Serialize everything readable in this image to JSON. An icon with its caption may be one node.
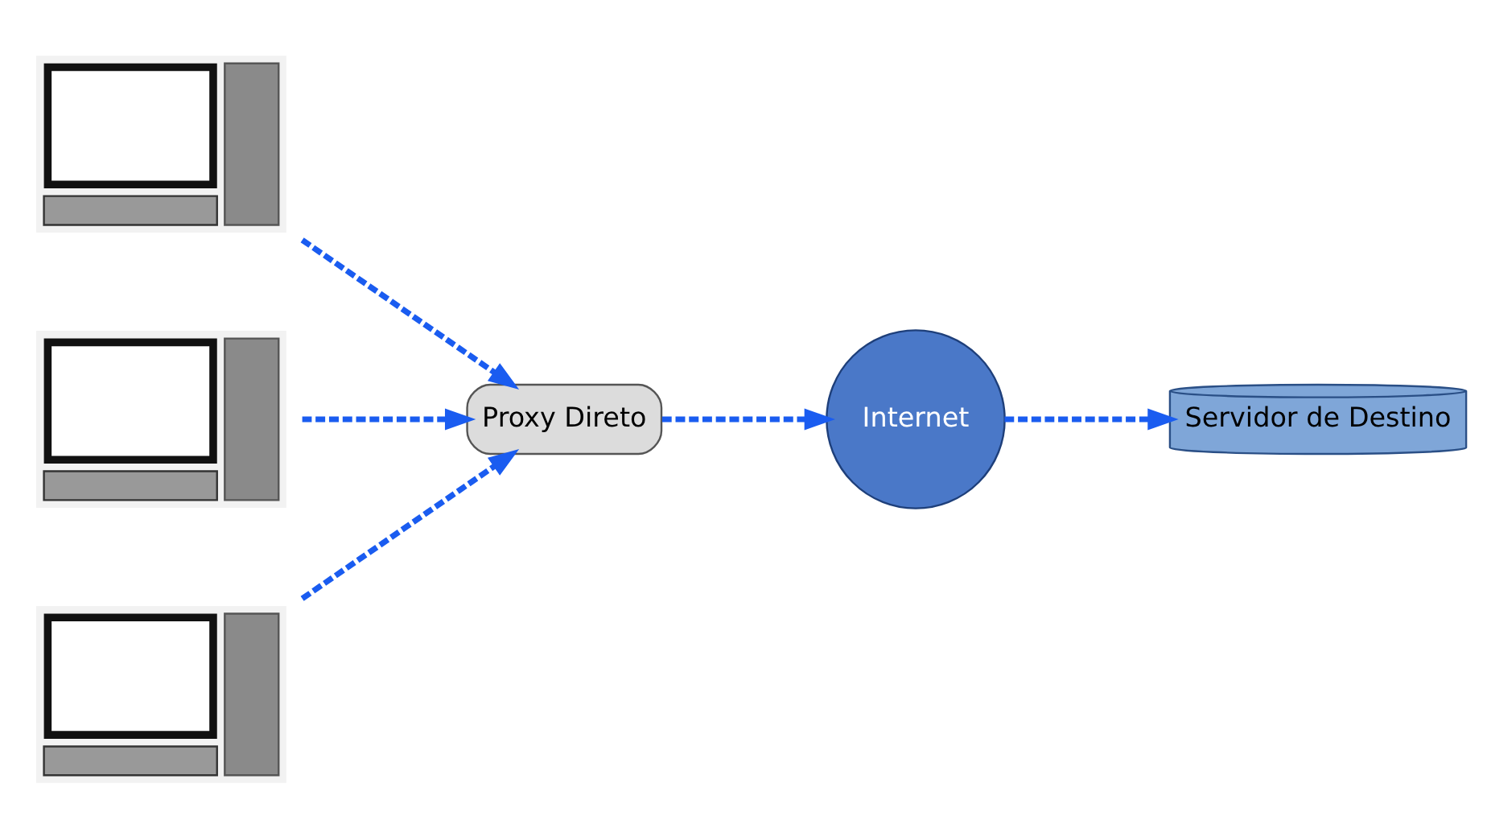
{
  "diagram": {
    "nodes": [
      {
        "text": [],
        "shape": "picture"
      },
      {
        "text": [],
        "shape": "picture"
      },
      {
        "text": [],
        "shape": "picture"
      },
      {
        "text": [
          "Proxy Direto"
        ]
      },
      {
        "text": [
          "Internet"
        ]
      },
      {
        "text": [
          "Servidor de Destino"
        ]
      }
    ],
    "edges": [
      {
        "from": 0,
        "to": 3,
        "arrow": "to",
        "style": "dashed",
        "color": "#1a5cf0"
      },
      {
        "from": 1,
        "to": 3,
        "arrow": "to",
        "style": "dashed",
        "color": "#1a5cf0"
      },
      {
        "from": 2,
        "to": 3,
        "arrow": "to",
        "style": "dashed",
        "color": "#1a5cf0"
      },
      {
        "from": 3,
        "to": 4,
        "arrow": "to",
        "style": "dashed",
        "color": "#1a5cf0"
      },
      {
        "from": 4,
        "to": 5,
        "arrow": "to",
        "style": "dashed",
        "color": "#1a5cf0"
      }
    ]
  }
}
